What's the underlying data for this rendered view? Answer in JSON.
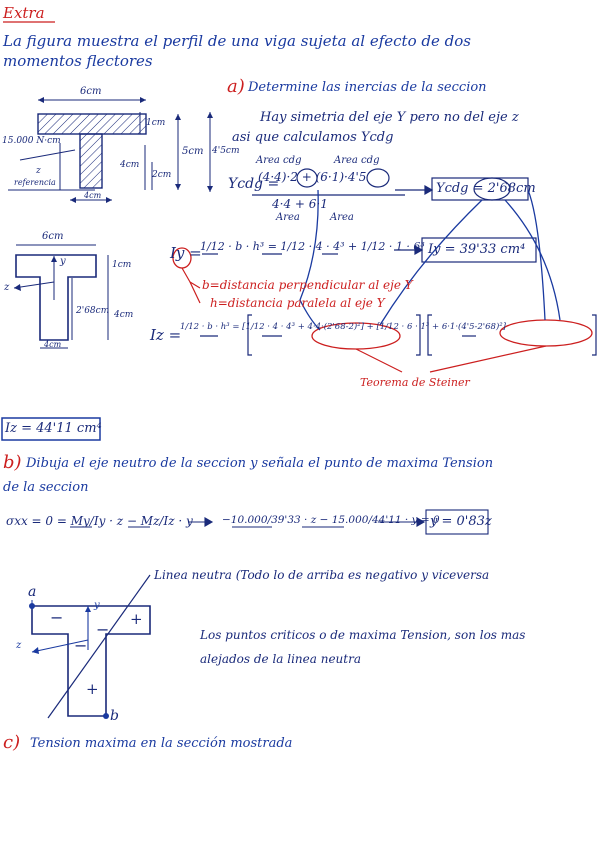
{
  "header": {
    "extra": "Extra",
    "intro_line1": "La figura muestra el perfil de una viga sujeta al efecto de dos",
    "intro_line2": "momentos flectores"
  },
  "part_a": {
    "label": "a)",
    "title": "Determine las inercias de la seccion",
    "note_line1": "Hay simetria del eje Y pero no del eje z",
    "note_line2": "asi que calculamos Ycdg",
    "area_cdg_1": "Area cdg",
    "area_cdg_2": "Area cdg",
    "ycdg_label": "Ycdg =",
    "ycdg_numerator": "(4·4)·2 + (6·1)·4'5",
    "ycdg_denominator": "4·4 + 6·1",
    "area_1": "Area",
    "area_2": "Area",
    "ycdg_result": "Ycdg = 2'68cm",
    "iy_label": "Iy =",
    "iy_expr": "1/12 · b · h³ = 1/12 · 4 · 4³ + 1/12 · 1 · 6³",
    "iy_result": "Iy = 39'33 cm⁴",
    "note_b_perp": "b=distancia perpendicular al eje Y",
    "note_h_par": "h=distancia paralela al eje Y",
    "iz_label": "Iz =",
    "iz_expr": "1/12 · b · h³ = [1/12 · 4 · 4³ + 4·4·(2'68-2)²] + [1/12 · 6 · 1³ + 6·1·(4'5-2'68)²]",
    "steiner": "Teorema de Steiner",
    "iz_result": "Iz = 44'11 cm⁴"
  },
  "part_b": {
    "label": "b)",
    "title_line1": "Dibuja el eje neutro de la seccion y señala el punto de maxima Tension",
    "title_line2": "de la seccion",
    "equation": "σxx = 0 = My/Iy · z − Mz/Iz · y",
    "equation2": "−10.000/39'33 · z − 15.000/44'11 · y = 0",
    "result": "y = 0'83z",
    "neutral_line": "Linea neutra (Todo lo de arriba es negativo y viceversa",
    "critical_line1": "Los puntos criticos o de maxima Tension, son los mas",
    "critical_line2": "alejados de la linea neutra",
    "point_a": "a",
    "point_b": "b",
    "minus1": "−",
    "minus2": "−",
    "minus3": "−",
    "plus1": "+",
    "plus2": "+"
  },
  "part_c": {
    "label": "c)",
    "title": "Tension maxima en la sección mostrada"
  },
  "figure1": {
    "dim_6cm": "6cm",
    "dim_1cm": "1cm",
    "dim_5cm": "5cm",
    "dim_45cm": "4'5cm",
    "dim_4cm": "4cm",
    "dim_2cm": "2cm",
    "dim_4cm_bottom": "4cm",
    "moment_text": "15.000 N·cm",
    "z_label": "z",
    "ref_text": "referencia"
  },
  "figure2": {
    "dim_6cm": "6cm",
    "dim_1cm": "1cm",
    "dim_268": "2'68cm",
    "dim_4cm": "4cm",
    "dim_4cm_bottom": "4cm",
    "y_label": "y",
    "z_label": "z"
  },
  "figure3": {
    "y_label": "y",
    "z_label": "z"
  }
}
